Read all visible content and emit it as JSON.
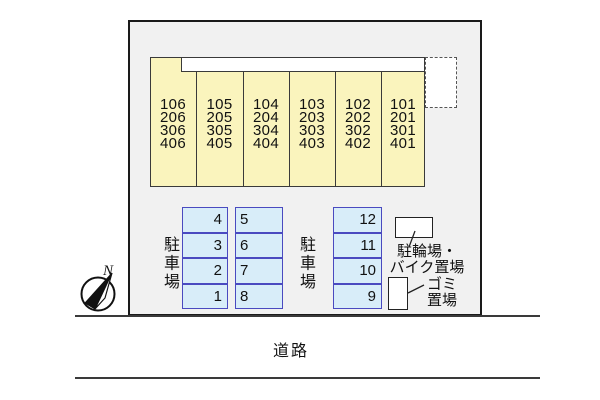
{
  "building": {
    "units": [
      {
        "rooms": [
          "106",
          "206",
          "306",
          "406"
        ]
      },
      {
        "rooms": [
          "105",
          "205",
          "305",
          "405"
        ]
      },
      {
        "rooms": [
          "104",
          "204",
          "304",
          "404"
        ]
      },
      {
        "rooms": [
          "103",
          "203",
          "303",
          "403"
        ]
      },
      {
        "rooms": [
          "102",
          "202",
          "302",
          "402"
        ]
      },
      {
        "rooms": [
          "101",
          "201",
          "301",
          "401"
        ]
      }
    ]
  },
  "parking": {
    "left_label": "駐車場",
    "right_label": "駐車場",
    "left_block_col1": [
      "4",
      "3",
      "2",
      "1"
    ],
    "left_block_col2": [
      "5",
      "6",
      "7",
      "8"
    ],
    "right_block": [
      "12",
      "11",
      "10",
      "9"
    ]
  },
  "bike_area": {
    "label_line1": "駐輪場・",
    "label_line2": "バイク置場"
  },
  "garbage_area": {
    "label_line1": "ゴミ",
    "label_line2": "置場"
  },
  "road": {
    "label": "道路"
  },
  "compass": {
    "north_label": "N"
  },
  "colors": {
    "building_fill": "#FAF4BD",
    "building_border": "#3A3A3A",
    "parking_fill": "#D8EDF9",
    "parking_border": "#4A4AC0",
    "lot_fill": "#F1F1F1",
    "outline": "#1A1A1A"
  }
}
